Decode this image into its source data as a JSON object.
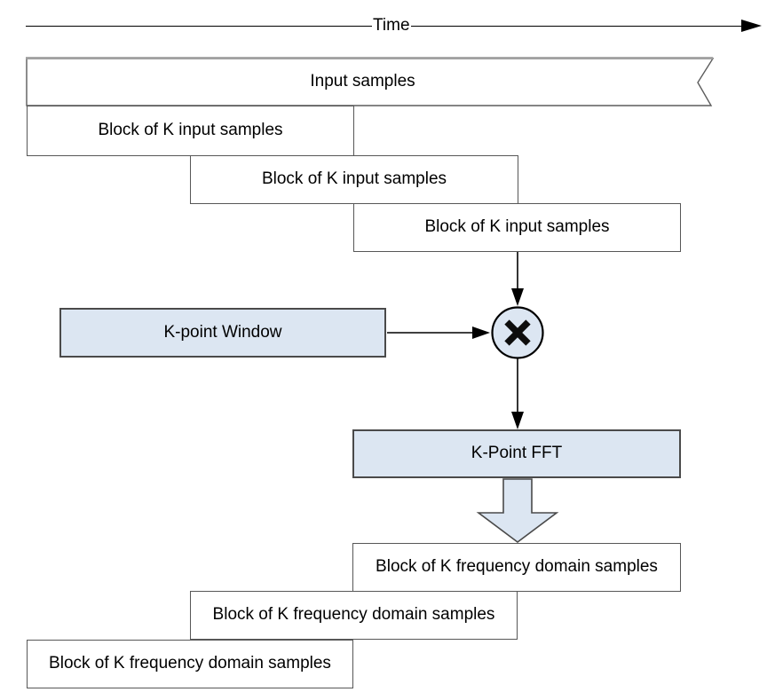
{
  "diagram": {
    "title_implied": "Overlapped FFT processing flow",
    "time_axis": {
      "label": "Time"
    },
    "input_samples": {
      "label": "Input samples"
    },
    "input_blocks": [
      {
        "label": "Block of K input samples"
      },
      {
        "label": "Block of K input samples"
      },
      {
        "label": "Block of K input samples"
      }
    ],
    "window_box": {
      "label": "K-point Window"
    },
    "multiplier": {
      "symbol": "multiply-x"
    },
    "fft_box": {
      "label": "K-Point FFT"
    },
    "output_blocks": [
      {
        "label": "Block of K frequency domain samples"
      },
      {
        "label": "Block of K frequency domain samples"
      },
      {
        "label": "Block of K frequency domain samples"
      }
    ],
    "colors": {
      "process_fill": "#dce6f2",
      "plain_fill": "#ffffff",
      "border": "#575757",
      "arrow": "#000000",
      "shadow_top": "#a0a0a0"
    }
  }
}
